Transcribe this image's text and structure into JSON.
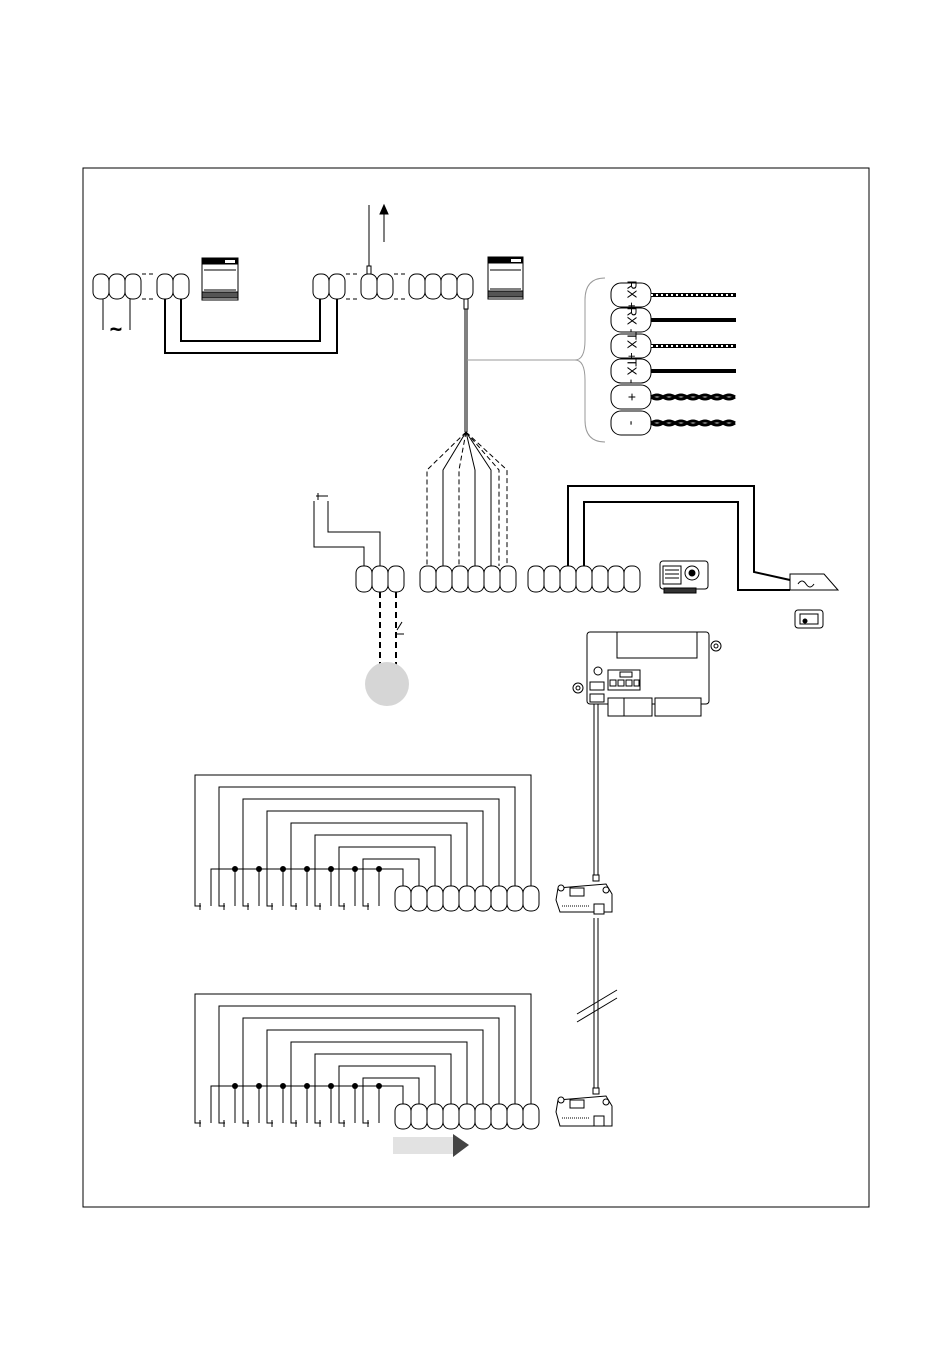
{
  "terminal_labels": [
    "RX +",
    "RX -",
    "TX +",
    "TX -",
    "+",
    "-"
  ],
  "symbols": {
    "ac_supply": "~",
    "signal_out": "arrow-up"
  },
  "colors": {
    "line": "#000000",
    "dome": "#d6d6d6",
    "arrow_bar": "#e2e2e2",
    "arrow_head": "#444444"
  }
}
